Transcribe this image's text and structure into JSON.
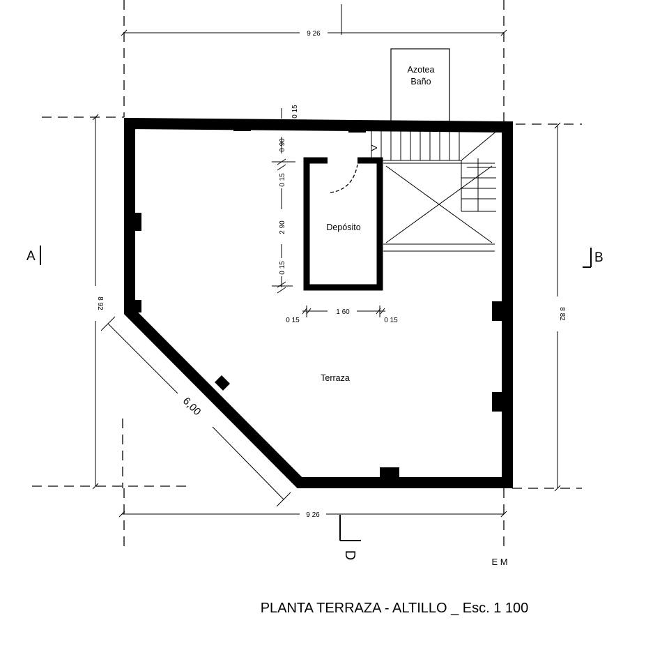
{
  "plan": {
    "title": "PLANTA TERRAZA - ALTILLO _ Esc. 1 100",
    "rooms": {
      "azotea_line1": "Azotea",
      "azotea_line2": "Baño",
      "deposito": "Depósito",
      "terraza": "Terraza"
    },
    "dimensions": {
      "top_width": "9 26",
      "bottom_width": "9 26",
      "left_height": "8 92",
      "right_height": "8 82",
      "diagonal": "6,00",
      "top_gap_a": "0 15",
      "top_gap_b": "0 90",
      "top_gap_c": "0 15",
      "deposito_height": "2 90",
      "bottom_gap": "0 15",
      "deposito_width": "1 60",
      "deposito_wall_left": "0 15",
      "deposito_wall_right": "0 15"
    },
    "section_marks": {
      "a": "A",
      "b": "B",
      "d": "D",
      "em": "E M"
    }
  }
}
